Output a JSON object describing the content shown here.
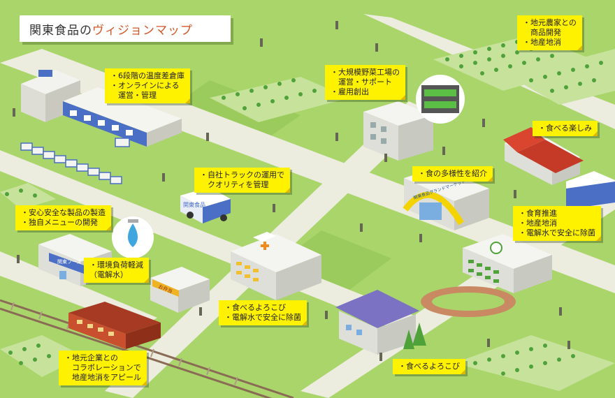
{
  "title": {
    "main": "関東食品の",
    "accent": "ヴィジョンマップ"
  },
  "colors": {
    "grass": "#a9d56a",
    "road": "#ececdf",
    "note": "#fff200",
    "accent": "#d4572a",
    "roof_red": "#d9452f",
    "roof_purple": "#7c72c4",
    "rail": "#8a6b55"
  },
  "notes": {
    "warehouse": [
      "・6段階の温度差倉庫",
      "・オンラインによる",
      "　運営・管理"
    ],
    "factory": [
      "・大規模野菜工場の",
      "　運営・サポート",
      "・雇用創出"
    ],
    "farm": [
      "・地元農家との",
      "　商品開発",
      "・地産地消"
    ],
    "enjoy": [
      "・食べる楽しみ"
    ],
    "truck": [
      "・自社トラックの運用で",
      "　クオリティを管理"
    ],
    "diversity": [
      "・食の多様性を紹介"
    ],
    "safety": [
      "・安心安全な製品の製造",
      "・独自メニューの開発"
    ],
    "school": [
      "・食育推進",
      "・地産地消",
      "・電解水で安全に除菌"
    ],
    "environment": [
      "・環境負荷軽減",
      "（電解水）"
    ],
    "hospital": [
      "・食べるよろこび",
      "・電解水で安全に除菌"
    ],
    "elderly": [
      "・食べるよろこび"
    ],
    "collab": [
      "・地元企業との",
      "　コラボレーションで",
      "　地産地消をアピール"
    ]
  },
  "signs": {
    "truck": "関東食品",
    "truck2": "関東食品",
    "office": "関東フーズ",
    "market": "関東食品グランドマーケット",
    "bento": "お弁当"
  }
}
